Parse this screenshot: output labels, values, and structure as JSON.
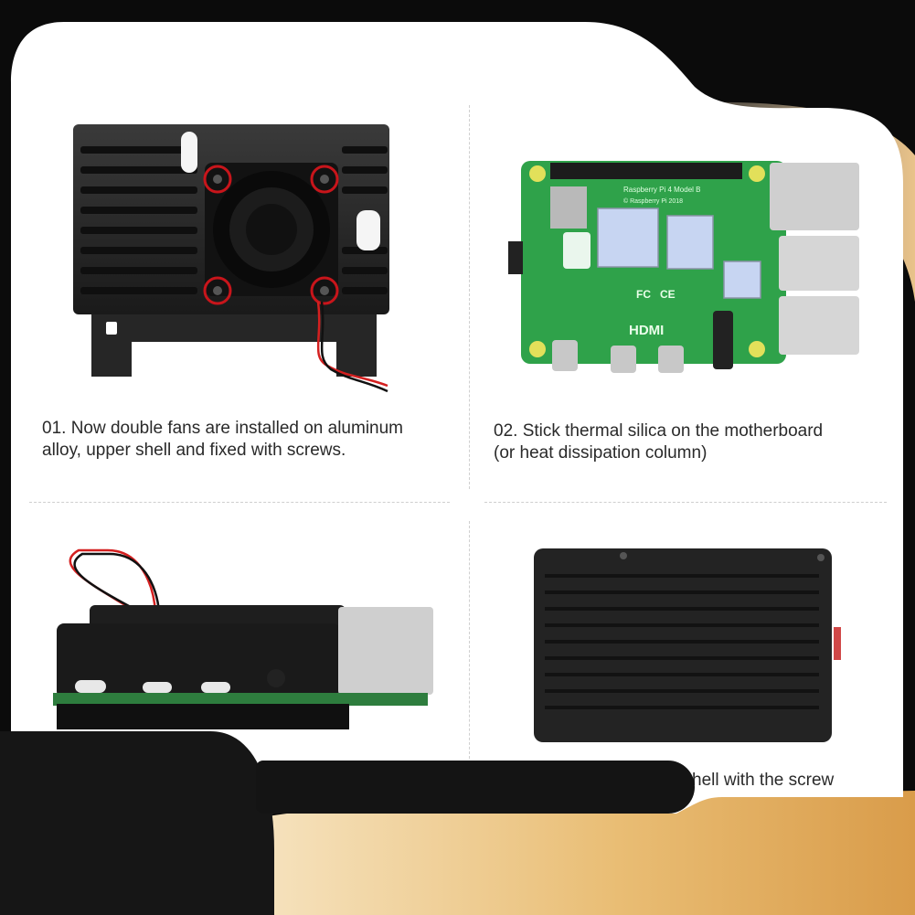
{
  "steps": [
    {
      "caption_line1": "01. Now double fans are installed on aluminum",
      "caption_line2": "alloy, upper shell and fixed with screws."
    },
    {
      "caption_line1": "02. Stick thermal silica on the motherboard",
      "caption_line2": "(or heat dissipation column)"
    },
    {
      "caption_line1": "",
      "caption_line2": ""
    },
    {
      "caption_line1": "hell with the screw",
      "caption_line2": ""
    }
  ],
  "board": {
    "brand": "Raspberry Pi 4 Model B",
    "copyright": "© Raspberry Pi 2018",
    "hdmi": "HDMI",
    "ce": "CE",
    "fc": "FC"
  },
  "colors": {
    "background": "#0b0b0b",
    "card": "#ffffff",
    "accent_gold": "#e8ba72",
    "pcb_green": "#2fa24a",
    "case_black": "#1d1d1d",
    "screw_ring": "#c8151b"
  }
}
